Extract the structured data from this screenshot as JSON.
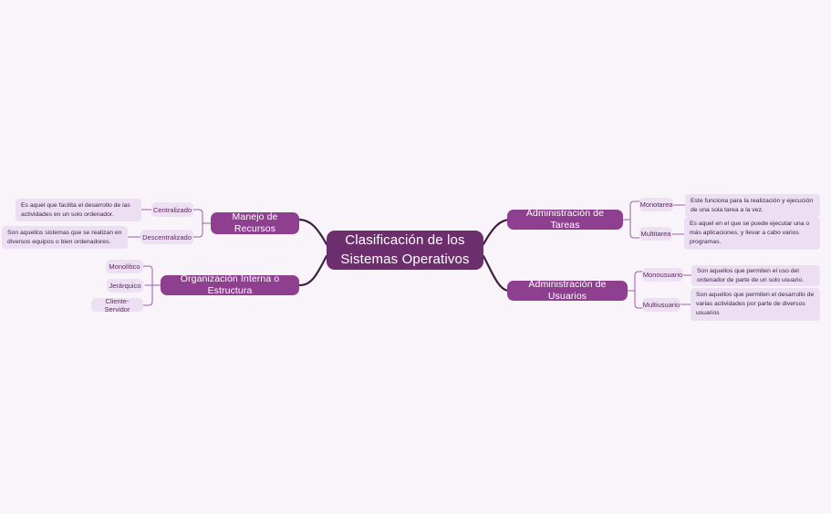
{
  "theme": {
    "background": "#f8f4fa",
    "center_node_color": "#6d2e6d",
    "branch_node_color": "#8f3f8f",
    "pill_color": "#ece0f2",
    "desc_color": "#ebdff1",
    "trunk_line_color": "#3b2040",
    "branch_line_color": "#9a5ea6",
    "text_on_dark": "#ffffff",
    "text_on_light": "#5c2a60"
  },
  "map": {
    "center": {
      "label": "Clasificación de los Sistemas Operativos"
    },
    "branches": [
      {
        "id": "manejo-de-recursos",
        "label": "Manejo de Recursos",
        "side": "left",
        "children": [
          {
            "id": "centralizado",
            "label": "Centralizado",
            "description": "Es aquel que facilita el desarrollo de las actividades en un solo ordenador."
          },
          {
            "id": "descentralizado",
            "label": "Descentralizado",
            "description": "Son aquellos sistemas que se realizan en diversos equipos o bien ordenadores."
          }
        ]
      },
      {
        "id": "organizacion-interna-o-estructura",
        "label": "Organización Interna o Estructura",
        "side": "left",
        "children": [
          {
            "id": "monolitico",
            "label": "Monolítico",
            "description": ""
          },
          {
            "id": "jerarquico",
            "label": "Jerárquico",
            "description": ""
          },
          {
            "id": "cliente-servidor",
            "label": "Cliente-Servidor",
            "description": ""
          }
        ]
      },
      {
        "id": "administracion-de-tareas",
        "label": "Administración de Tareas",
        "side": "right",
        "children": [
          {
            "id": "monotarea",
            "label": "Monotarea",
            "description": "Este funciona para la realización y ejecución de una sola tarea a la vez."
          },
          {
            "id": "multitarea",
            "label": "Multitarea",
            "description": "Es aquel en el que se puede ejecutar una o más aplicaciones, y llevar a cabo varios programas."
          }
        ]
      },
      {
        "id": "administracion-de-usuarios",
        "label": "Administración de Usuarios",
        "side": "right",
        "children": [
          {
            "id": "monousuario",
            "label": "Monousuario",
            "description": "Son aquellos que permiten el uso del ordenador de parte de un solo usuario."
          },
          {
            "id": "multiusuario",
            "label": "Multiusuario",
            "description": "Son aquellos que permiten el desarrollo de varias actividades por parte de diversos usuarios"
          }
        ]
      }
    ]
  }
}
